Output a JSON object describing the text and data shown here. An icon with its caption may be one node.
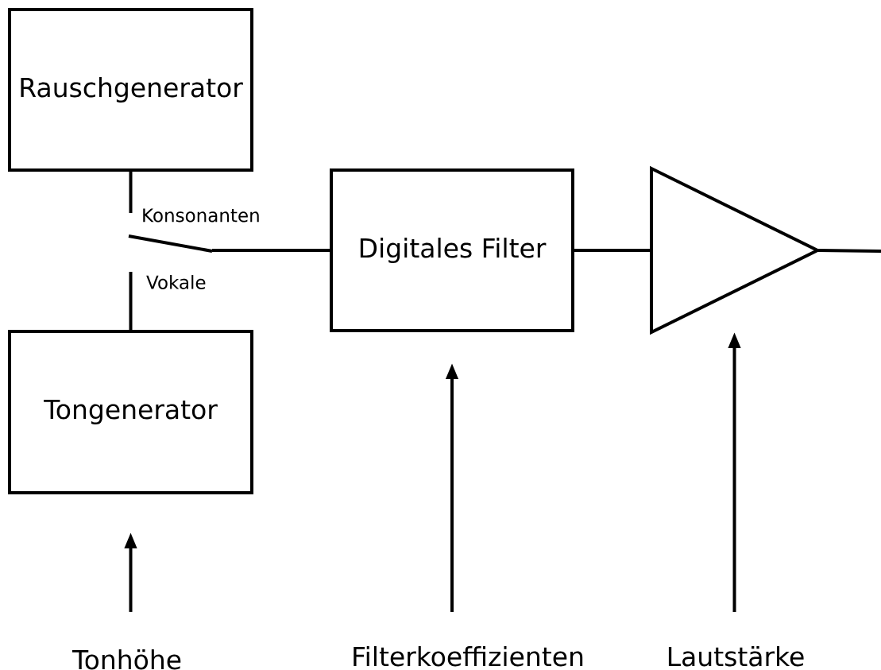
{
  "diagram": {
    "nodes": [
      {
        "text": [
          "Rauschgenerator"
        ]
      },
      {
        "text": [
          "Tongenerator"
        ]
      },
      {
        "text": [
          "Digitales Filter"
        ]
      },
      {
        "text": [],
        "shape": "triangle"
      },
      {
        "text": [],
        "shape": "switch"
      },
      {
        "text": [
          "Tonhöhe"
        ]
      },
      {
        "text": [
          "Filterkoeffizienten"
        ]
      },
      {
        "text": [
          "Lautstärke"
        ]
      }
    ],
    "edges": [
      {
        "from": 0,
        "to": 4,
        "arrow": "none",
        "label": "Konsonanten"
      },
      {
        "from": 1,
        "to": 4,
        "arrow": "none",
        "label": "Vokale"
      },
      {
        "from": 4,
        "to": 2,
        "arrow": "none"
      },
      {
        "from": 2,
        "to": 3,
        "arrow": "none"
      },
      {
        "from": 3,
        "to": null,
        "arrow": "none"
      },
      {
        "from": 5,
        "to": 1,
        "arrow": "to"
      },
      {
        "from": 6,
        "to": 2,
        "arrow": "to"
      },
      {
        "from": 7,
        "to": 3,
        "arrow": "to"
      }
    ]
  }
}
